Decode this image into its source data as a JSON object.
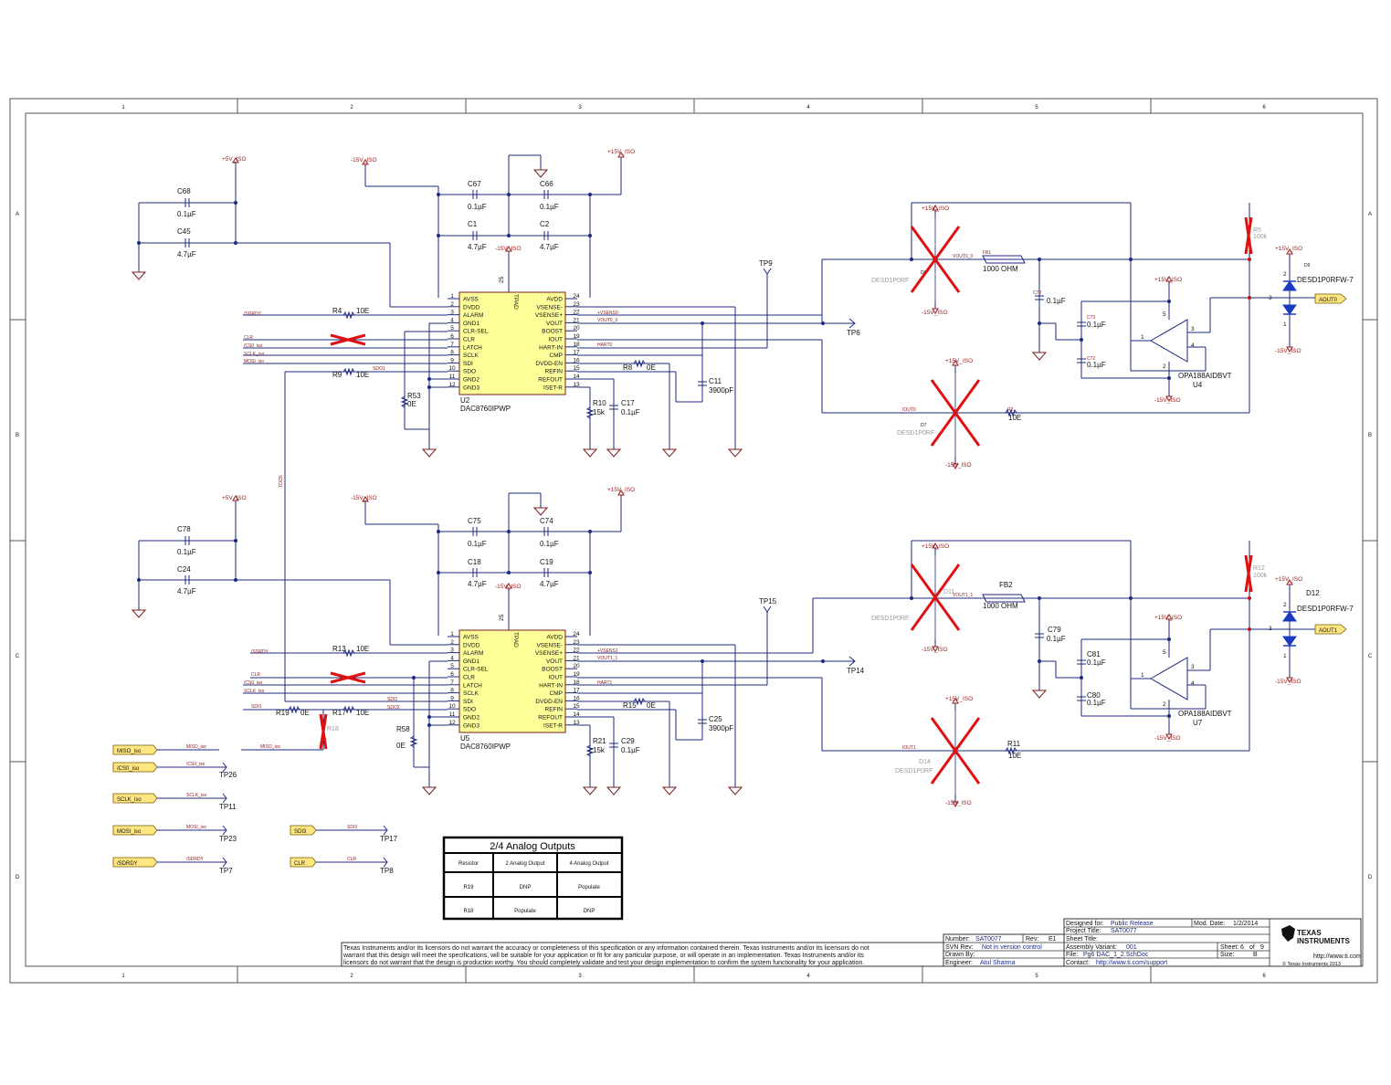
{
  "sheet": {
    "col_labels": [
      "1",
      "2",
      "3",
      "4",
      "5",
      "6"
    ],
    "row_labels": [
      "A",
      "B",
      "C",
      "D"
    ]
  },
  "power": {
    "p5": "+5V_ISO",
    "p15": "+15V_ISO",
    "m15": "-15V_ISO"
  },
  "ch0": {
    "ic_ref": "U2",
    "ic_part": "DAC8760IPWP",
    "tpad": "TPAD",
    "pad_num": "25",
    "left_pins": [
      {
        "n": "1",
        "name": "AVSS"
      },
      {
        "n": "2",
        "name": "DVDD"
      },
      {
        "n": "3",
        "name": "ALARM"
      },
      {
        "n": "4",
        "name": "GND1"
      },
      {
        "n": "5",
        "name": "CLR-SEL"
      },
      {
        "n": "6",
        "name": "CLR"
      },
      {
        "n": "7",
        "name": "LATCH"
      },
      {
        "n": "8",
        "name": "SCLK"
      },
      {
        "n": "9",
        "name": "SDI"
      },
      {
        "n": "10",
        "name": "SDO"
      },
      {
        "n": "11",
        "name": "GND2"
      },
      {
        "n": "12",
        "name": "GND3"
      }
    ],
    "right_pins": [
      {
        "n": "24",
        "name": "AVDD"
      },
      {
        "n": "23",
        "name": "VSENSE-"
      },
      {
        "n": "22",
        "name": "VSENSE+"
      },
      {
        "n": "21",
        "name": "VOUT"
      },
      {
        "n": "20",
        "name": "BOOST"
      },
      {
        "n": "19",
        "name": "IOUT"
      },
      {
        "n": "18",
        "name": "HART-IN"
      },
      {
        "n": "17",
        "name": "CMP"
      },
      {
        "n": "16",
        "name": "DVDD-EN"
      },
      {
        "n": "15",
        "name": "REFIN"
      },
      {
        "n": "14",
        "name": "REFOUT"
      },
      {
        "n": "13",
        "name": "ISET-R"
      }
    ],
    "c_top_l": "C67",
    "c_top_r": "C66",
    "c_mid_l": "C1",
    "c_mid_r": "C2",
    "v01": "0.1µF",
    "v47": "4.7µF",
    "v3900": "3900pF",
    "v15k": "15k",
    "v10e": "10E",
    "v0e": "0E",
    "c_dvdd_a": "C68",
    "c_dvdd_b": "C45",
    "r_alarm": "R4",
    "r_sdo": "R9",
    "r_clrsel": "R53",
    "r_refin": "R8",
    "r_iset": "R10",
    "c_refout": "C17",
    "c_cmp": "C11",
    "tp_hart": "TP9",
    "tp_vout": "TP6",
    "n_sdrdy": "/SDRDY",
    "n_clr": "CLR",
    "n_cs": "/CS0_iso",
    "n_sclk": "SCLK_iso",
    "n_mosi": "MOSI_iso",
    "n_sdo": "SDO1",
    "n_vsense": "+VSENS0",
    "n_vout": "VOUT0_0",
    "n_hart": "HART0",
    "n_iout": "IOUT0",
    "fb": "FB1",
    "fb_val": "1000 OHM",
    "esd_a": "DESD1P0RF",
    "esd_b": "DESD1P0RF",
    "esd_a_ref": "D8",
    "esd_b_ref": "D7",
    "c_buf": "C70",
    "c_op_a": "C73",
    "c_op_b": "C72",
    "r_fb": "R5",
    "r_fb_val": "100k",
    "r_iout": "R2",
    "op_part": "OPA188AIDBVT",
    "op_ref": "U4",
    "d_out": "D9",
    "d_out_part": "DESD1P0RFW-7",
    "port": "AOUT0"
  },
  "ch1": {
    "ic_ref": "U5",
    "ic_part": "DAC8760IPWP",
    "tpad": "TPAD",
    "pad_num": "25",
    "c_top_l": "C75",
    "c_top_r": "C74",
    "c_mid_l": "C18",
    "c_mid_r": "C19",
    "c_dvdd_a": "C78",
    "c_dvdd_b": "C24",
    "r_alarm": "R13",
    "r_sdi": "R19",
    "r_sdo": "R17",
    "r_dnp": "R18",
    "r_clrsel": "R58",
    "r_refin": "R15",
    "r_iset": "R21",
    "c_refout": "C29",
    "c_cmp": "C25",
    "tp_hart": "TP15",
    "tp_vout": "TP14",
    "n_sdrdy": "/SDRDY",
    "n_clr": "CLR",
    "n_cs": "/CS0_iso",
    "n_sclk": "SCLK_iso",
    "n_sdi3": "SDI3",
    "n_sdi2": "SDI2",
    "n_sdo2": "SDO2",
    "n_miso": "MISO_iso",
    "n_vsense": "+VSENS1",
    "n_vout": "VOUT1_1",
    "n_hart": "HART1",
    "n_iout": "IOUT1",
    "fb": "FB2",
    "fb_val": "1000 OHM",
    "esd_a": "DESD1P0RF",
    "esd_a_ref": "D11",
    "esd_b": "DESD1P0RF",
    "esd_b_ref": "D14",
    "c_buf": "C79",
    "c_op_a": "C81",
    "c_op_b": "C80",
    "r_fb": "R12",
    "r_fb_val": "100k",
    "r_iout": "R11",
    "op_part": "OPA188AIDBVT",
    "op_ref": "U7",
    "d_out": "D12",
    "d_out_part": "DESD1P0RFW-7",
    "port": "AOUT1"
  },
  "ports": [
    {
      "label": "MISO_iso",
      "net": "MISO_iso",
      "tp": ""
    },
    {
      "label": "/CS0_iso",
      "net": "/CS0_iso",
      "tp": "TP26"
    },
    {
      "label": "SCLK_iso",
      "net": "SCLK_iso",
      "tp": "TP11"
    },
    {
      "label": "MOSI_iso",
      "net": "MOSI_iso",
      "tp": "TP23"
    },
    {
      "label": "/SDRDY",
      "net": "/SDRDY",
      "tp": "TP7"
    },
    {
      "label": "SDI3",
      "net": "SDI3",
      "tp": "TP17"
    },
    {
      "label": "CLR",
      "net": "CLR",
      "tp": "TP8"
    }
  ],
  "vert_net": "SDO1",
  "table": {
    "title": "2/4 Analog Outputs",
    "headers": [
      "Resistor",
      "2 Analog Output",
      "4 Analog Output"
    ],
    "rows": [
      [
        "R19",
        "DNP",
        "Populate"
      ],
      [
        "R18",
        "Populate",
        "DNP"
      ]
    ]
  },
  "titleblock": {
    "designed_for_label": "Designed for:",
    "designed_for": "Public Release",
    "mod_date_label": "Mod. Date:",
    "mod_date": "1/2/2014",
    "project_title_label": "Project Title:",
    "project_title": "SAT0077",
    "number_label": "Number:",
    "number": "SAT0077",
    "rev_label": "Rev:",
    "rev": "E1",
    "sheet_title_label": "Sheet Title:",
    "svn_label": "SVN Rev:",
    "svn": "Not in version control",
    "assembly_label": "Assembly Variant:",
    "assembly": "001",
    "sheet_label": "Sheet:",
    "sheet": "6",
    "of_label": "of",
    "of": "9",
    "drawn_label": "Drawn By:",
    "file_label": "File:",
    "file": "Pg6 DAC_1_2.SchDoc",
    "size_label": "Size:",
    "size": "B",
    "engineer_label": "Engineer:",
    "engineer": "Atul Sharma",
    "contact_label": "Contact:",
    "contact": "http://www.ti.com/support",
    "logo_line1": "TEXAS",
    "logo_line2": "INSTRUMENTS",
    "url": "http://www.ti.com",
    "copyright": "© Texas Instruments 2013",
    "disclaimer": [
      "Texas Instruments and/or its licensors do not warrant the accuracy or completeness of this specification or any information contained therein. Texas Instruments and/or its licensors do not",
      "warrant that this design will meet the specifications, will be suitable for your application or fit for any particular purpose, or will operate in an implementation. Texas Instruments and/or its",
      "licensors do not warrant that the design is production worthy. You should completely validate and test your design implementation to confirm the system functionality for your application."
    ]
  },
  "colors": {
    "wire": "#1c2a80",
    "power": "#9b1b1b",
    "ic_fill": "#ffff99",
    "port_fill": "#ffe680",
    "dnp_x": "#e01010",
    "diode": "#1c3cc0"
  }
}
